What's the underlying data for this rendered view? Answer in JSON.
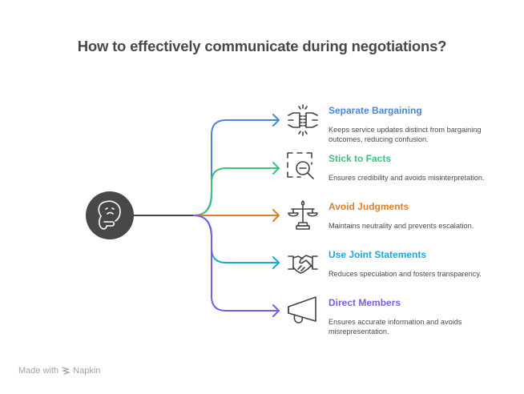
{
  "title": "How to effectively communicate during negotiations?",
  "center": {
    "icon": "thinking-face-icon",
    "color": "#484848"
  },
  "items": [
    {
      "title": "Separate Bargaining",
      "description": "Keeps service updates distinct from bargaining outcomes, reducing confusion.",
      "icon": "fists-bump-icon",
      "color": "#4a86d9"
    },
    {
      "title": "Stick to Facts",
      "description": "Ensures credibility and avoids misinterpretation.",
      "icon": "zoom-out-search-icon",
      "color": "#3ec07a"
    },
    {
      "title": "Avoid Judgments",
      "description": "Maintains neutrality and prevents escalation.",
      "icon": "scales-icon",
      "color": "#e07f2a"
    },
    {
      "title": "Use Joint Statements",
      "description": "Reduces speculation and fosters transparency.",
      "icon": "handshake-icon",
      "color": "#1ea7d6"
    },
    {
      "title": "Direct Members",
      "description": "Ensures accurate information and avoids misrepresentation.",
      "icon": "megaphone-icon",
      "color": "#7b5cdf"
    }
  ],
  "footer": {
    "made_with": "Made with",
    "brand": "Napkin",
    "icon": "napkin-logo-icon"
  }
}
